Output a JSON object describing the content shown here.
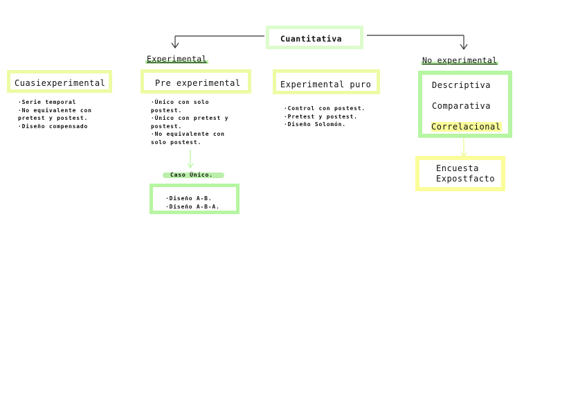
{
  "root": {
    "label": "Cuantitativa"
  },
  "headings": {
    "experimental": "Experimental",
    "no_experimental": "No experimental"
  },
  "colors": {
    "yellow_green": "#ecfba4",
    "green": "#b6f5a2",
    "light_green": "#dcfccc",
    "bright_yellow": "#fafd99",
    "heading_highlight": "#b9efa8"
  },
  "cuasiexperimental": {
    "label": "Cuasiexperimental",
    "items": "·Serie temporal\n·No equivalente con\npretest y postest.\n·Diseño compensado"
  },
  "pre_experimental": {
    "label": "Pre experimental",
    "items": "·Único con solo\npostest.\n·Único con pretest y\npostest.\n·No equivalente con\nsolo postest.",
    "caso_unico": {
      "label": "Caso Único.",
      "items": "·Diseño A-B.\n·Diseño A-B-A."
    }
  },
  "experimental_puro": {
    "label": "Experimental puro",
    "items": "·Control con postest.\n·Pretest y postest.\n·Diseño Solomón."
  },
  "no_experimental": {
    "types": [
      "Descriptiva",
      "Comparativa",
      "Correlacional"
    ],
    "correlacional_items": [
      "Encuesta",
      "Expostfacto"
    ]
  }
}
